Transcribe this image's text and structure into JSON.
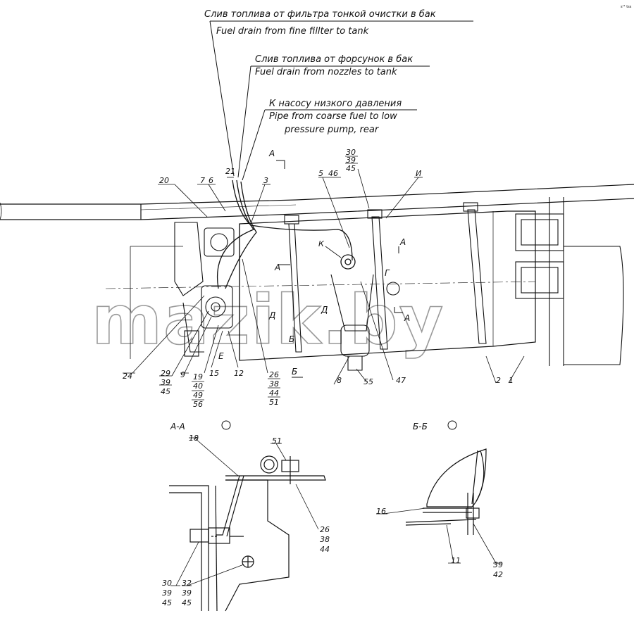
{
  "annotations": {
    "fine_filter_ru": "Слив топлива от фильтра тонкой очистки в бак",
    "fine_filter_en": "Fuel drain from fine fillter to tank",
    "nozzles_ru": "Слив топлива от форсунок в бак",
    "nozzles_en": "Fuel drain from nozzles to tank",
    "low_pump_ru": "К насосу низкого давления",
    "low_pump_en_1": "Pipe from coarse fuel to low",
    "low_pump_en_2": "pressure pump, rear"
  },
  "main_view": {
    "callouts": {
      "c20": "20",
      "c7": "7",
      "c6": "6",
      "c21": "21",
      "c3": "3",
      "c5": "5",
      "c46": "46",
      "c30": "30",
      "c39": "39",
      "c45": "45",
      "cI": "И",
      "cK": "К",
      "c24": "24",
      "c29": "29",
      "c39b": "39",
      "c45b": "45",
      "c9": "9",
      "c19": "19",
      "c40": "40",
      "c49": "49",
      "c56": "56",
      "c15": "15",
      "c12": "12",
      "c26": "26",
      "c38": "38",
      "c44": "44",
      "c51": "51",
      "c8": "8",
      "c55": "55",
      "c47": "47",
      "c2": "2",
      "c1": "1"
    },
    "view_marks": {
      "A_top": "А",
      "A_left": "А",
      "A_right": "А",
      "A_right2": "А",
      "B_mid": "Б",
      "B_bottom": "Б",
      "D1": "Д",
      "D2": "Д",
      "E": "Е",
      "G": "Г"
    }
  },
  "section_aa": {
    "title": "А-А",
    "callouts": {
      "c18": "18",
      "c51": "51",
      "c26": "26",
      "c38": "38",
      "c44": "44",
      "c30": "30",
      "c39": "39",
      "c45": "45",
      "c32": "32",
      "c39b": "39",
      "c45b": "45"
    }
  },
  "section_bb": {
    "title": "Б-Б",
    "callouts": {
      "c16": "16",
      "c11": "11",
      "c39": "39",
      "c42": "42"
    }
  },
  "watermark": "mazik.by",
  "corner_text": "s¹¹ tss"
}
